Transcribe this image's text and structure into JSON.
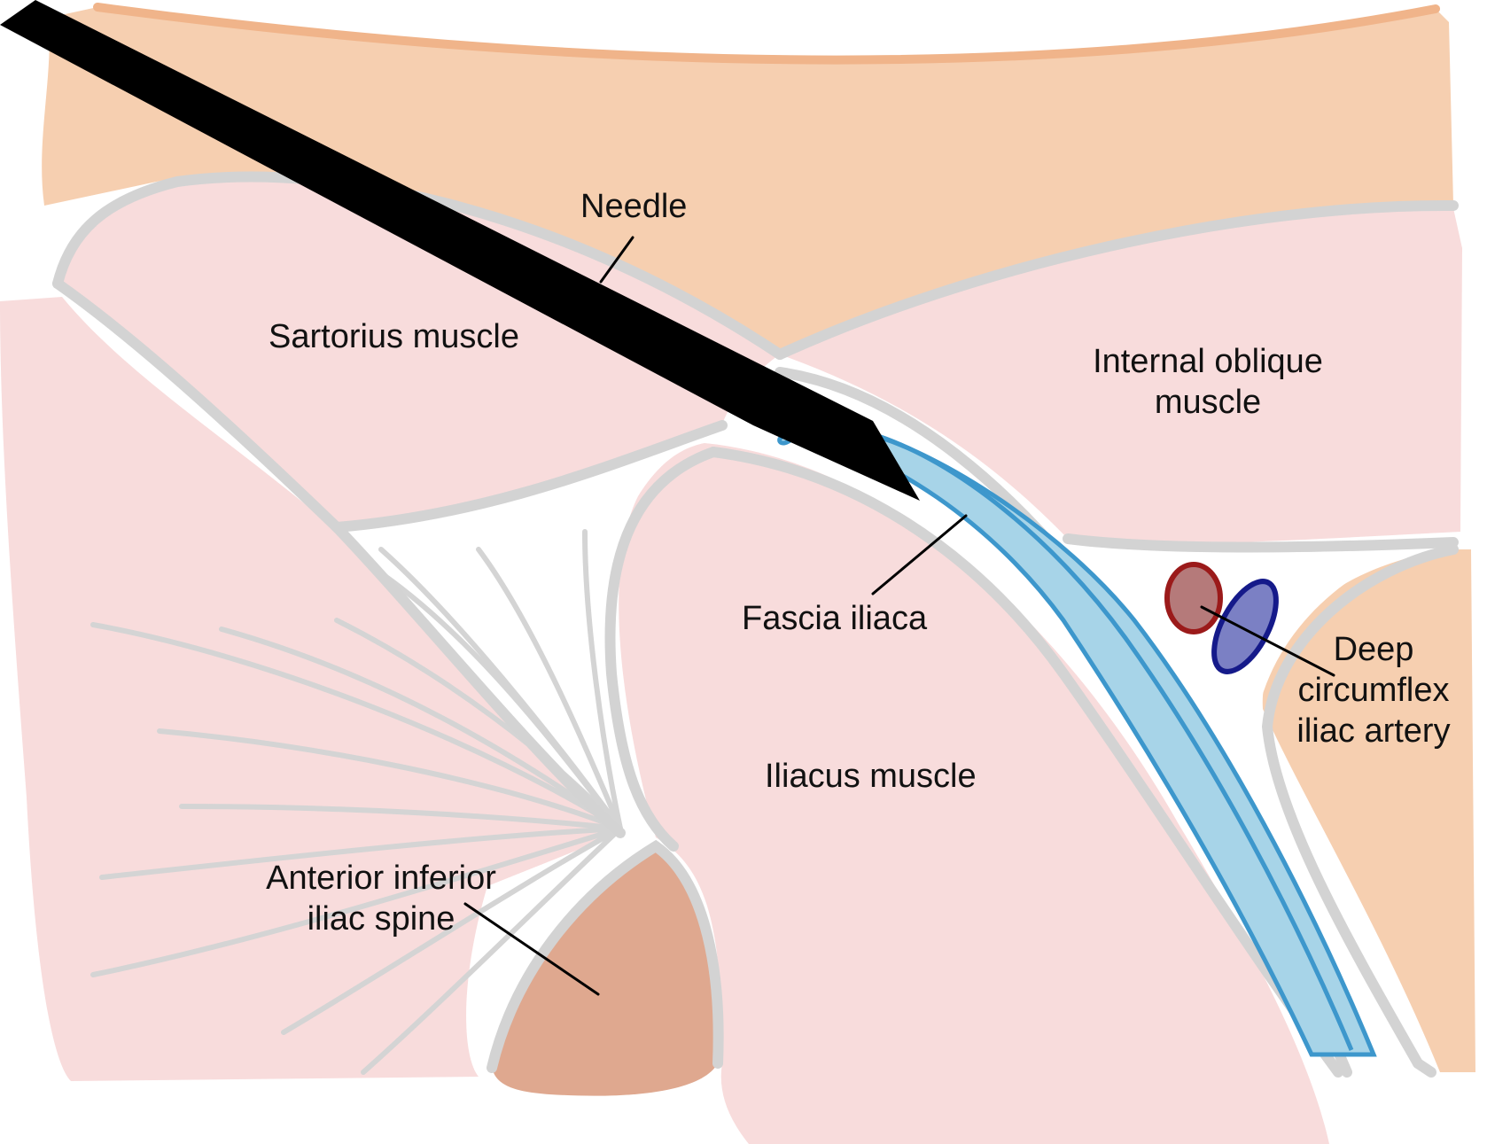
{
  "labels": {
    "needle": "Needle",
    "sartorius": "Sartorius muscle",
    "internal_oblique_line1": "Internal oblique",
    "internal_oblique_line2": "muscle",
    "fascia_iliaca": "Fascia iliaca",
    "deep_circumflex_line1": "Deep",
    "deep_circumflex_line2": "circumflex",
    "deep_circumflex_line3": "iliac artery",
    "iliacus": "Iliacus muscle",
    "aiis_line1": "Anterior inferior",
    "aiis_line2": "iliac spine"
  },
  "colors": {
    "skin": "#f6cfb0",
    "skin_edge": "#f0b48a",
    "muscle": "#f8dcdc",
    "fascia_line": "#d3d3d3",
    "fluid": "#a7d4e8",
    "fluid_edge": "#3d97cc",
    "bone": "#dfa88f",
    "artery_fill": "#b57a7a",
    "artery_edge": "#9b1a1a",
    "vein_fill": "#7b80c4",
    "vein_edge": "#151a8a",
    "needle": "#000000"
  }
}
